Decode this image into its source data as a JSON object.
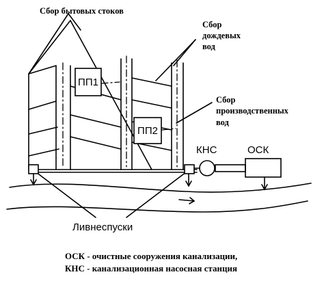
{
  "labels": {
    "domestic": "Сбор бытовых стоков",
    "rain": [
      "Сбор",
      "дождевых",
      "вод"
    ],
    "industrial": [
      "Сбор",
      "производственных",
      "вод"
    ],
    "pp1": "ПП1",
    "pp2": "ПП2",
    "kns": "КНС",
    "osk": "ОСК",
    "overflow": "Ливнеспуски"
  },
  "legend": [
    "ОСК - очистные сооружения канализации,",
    "КНС - канализационная насосная станция"
  ]
}
